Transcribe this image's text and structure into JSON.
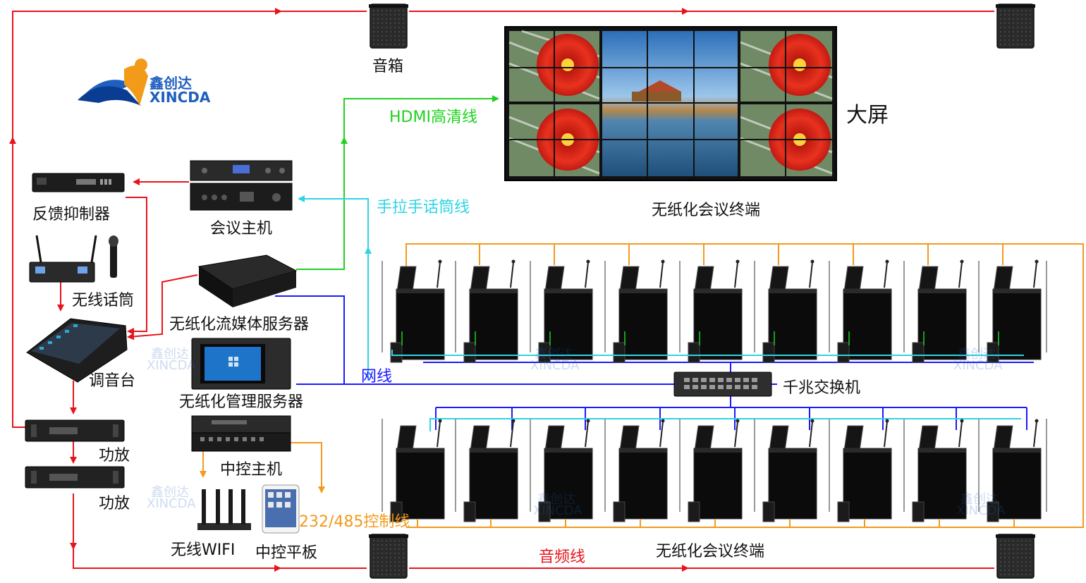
{
  "brand": {
    "name_cn": "鑫创达",
    "name_en": "XINCDA"
  },
  "labels": {
    "speaker_top": "音箱",
    "big_screen": "大屏",
    "hdmi": "HDMI高清线",
    "handheld_mic_line": "手拉手话筒线",
    "terminal_top": "无纸化会议终端",
    "terminal_bottom": "无纸化会议终端",
    "conference_host": "会议主机",
    "feedback_suppressor": "反馈抑制器",
    "wireless_mic": "无线话筒",
    "mixer": "调音台",
    "streaming_server": "无纸化流媒体服务器",
    "management_server": "无纸化管理服务器",
    "network_line": "网线",
    "gigabit_switch": "千兆交换机",
    "amplifier_1": "功放",
    "amplifier_2": "功放",
    "central_control_host": "中控主机",
    "wireless_wifi": "无线WIFI",
    "control_tablet": "中控平板",
    "control_line": "232/485控制线",
    "audio_line": "音频线"
  },
  "colors": {
    "audio": "#e8141c",
    "hdmi": "#1fd11f",
    "mic_line": "#2fd4e4",
    "network": "#1a1aff",
    "control": "#f39a1e"
  }
}
